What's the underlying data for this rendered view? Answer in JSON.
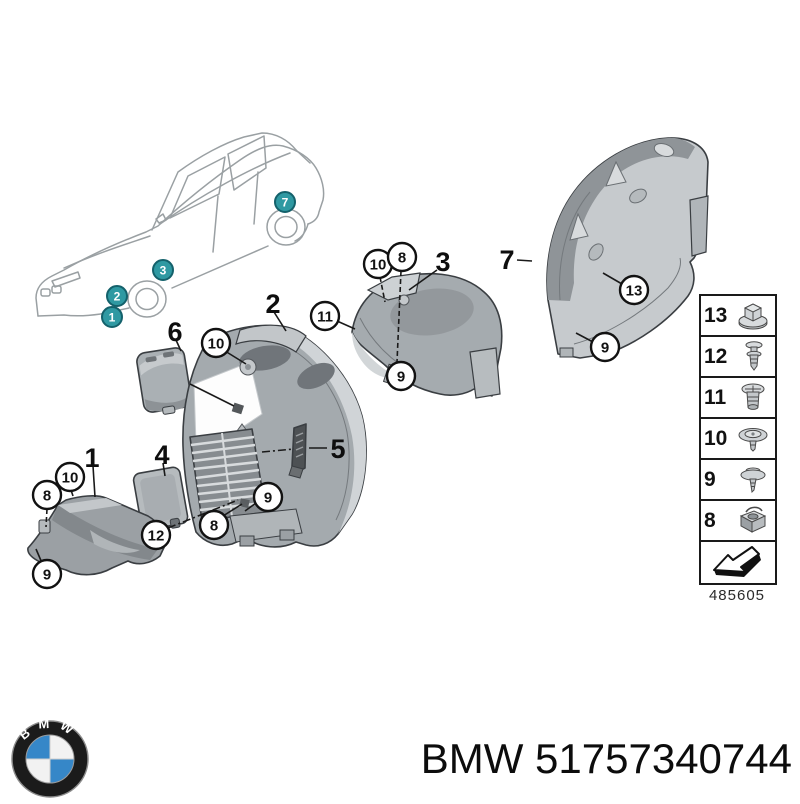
{
  "colors": {
    "marker_fill": "#2f99a2",
    "marker_stroke": "#14616b",
    "marker_text": "#ffffff",
    "logo_blue": "#3687c8",
    "line_black": "#1a1a1a"
  },
  "car_markers": [
    {
      "number": "1"
    },
    {
      "number": "2"
    },
    {
      "number": "3"
    },
    {
      "number": "7"
    }
  ],
  "part_labels": [
    {
      "number": "1"
    },
    {
      "number": "2"
    },
    {
      "number": "3"
    },
    {
      "number": "4"
    },
    {
      "number": "5"
    },
    {
      "number": "6"
    },
    {
      "number": "7"
    }
  ],
  "callouts": [
    {
      "number": "10"
    },
    {
      "number": "11"
    },
    {
      "number": "10"
    },
    {
      "number": "8"
    },
    {
      "number": "9"
    },
    {
      "number": "13"
    },
    {
      "number": "9"
    },
    {
      "number": "10"
    },
    {
      "number": "8"
    },
    {
      "number": "9"
    },
    {
      "number": "12"
    },
    {
      "number": "8"
    },
    {
      "number": "9"
    }
  ],
  "legend": {
    "rows": [
      {
        "number": "13",
        "icon": "plastic-nut-icon"
      },
      {
        "number": "12",
        "icon": "expanding-rivet-icon"
      },
      {
        "number": "11",
        "icon": "blind-rivet-nut-icon"
      },
      {
        "number": "10",
        "icon": "flange-rivet-icon"
      },
      {
        "number": "9",
        "icon": "screw-washer-icon"
      },
      {
        "number": "8",
        "icon": "cage-nut-icon"
      },
      {
        "number": "",
        "icon": "install-direction-arrow-icon"
      }
    ],
    "diagram_code": "485605"
  },
  "footer": {
    "logo_letters": "BMW",
    "part_number": "BMW 51757340744"
  }
}
